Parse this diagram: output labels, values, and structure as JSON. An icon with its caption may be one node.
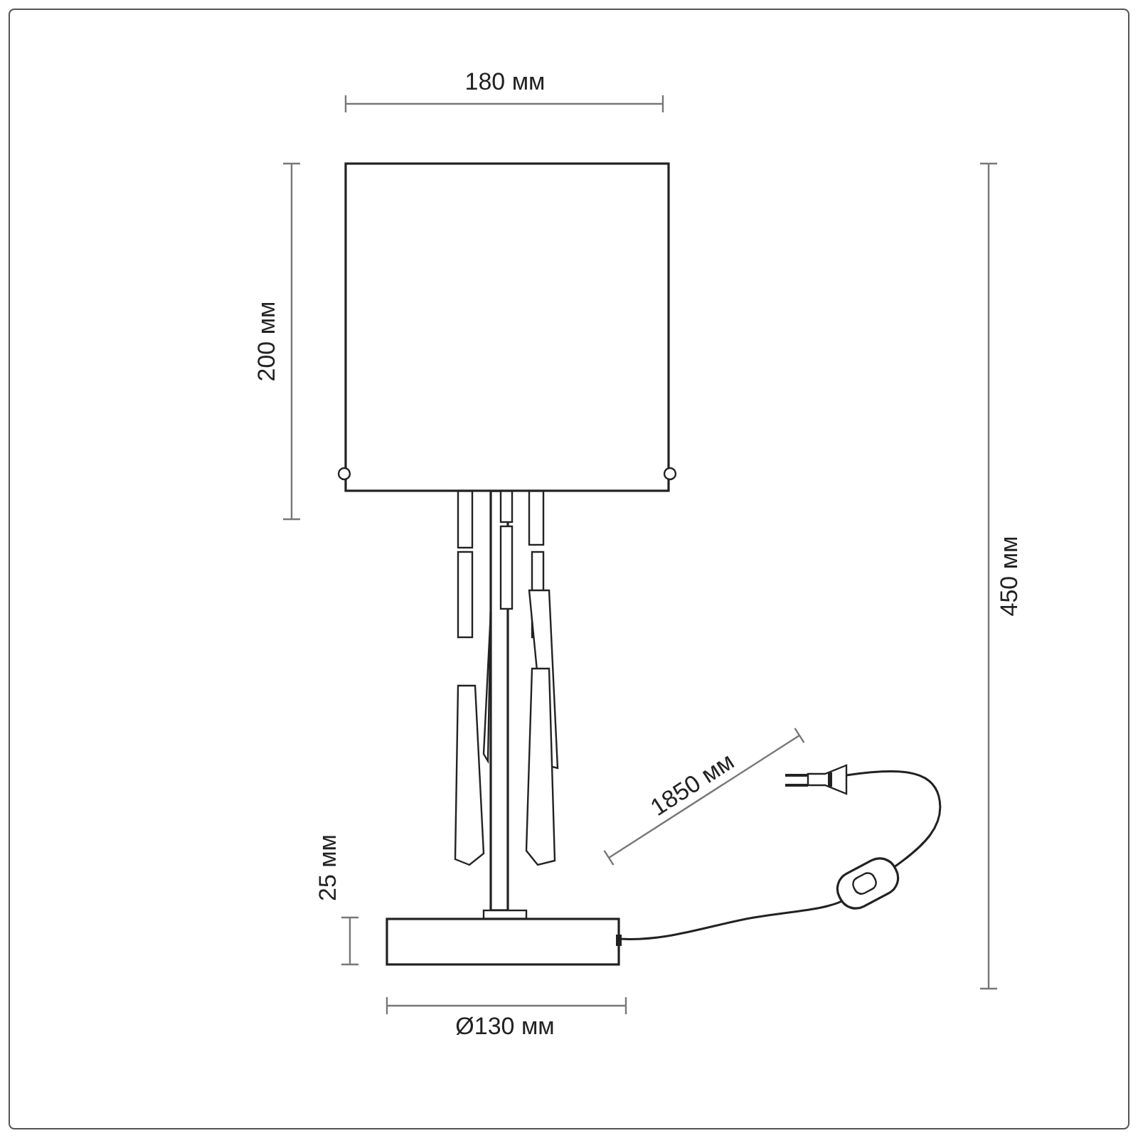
{
  "diagram": {
    "labels": [
      "180 мм",
      "200 мм",
      "450 мм",
      "1850 мм",
      "25 мм",
      "Ø130 мм"
    ]
  }
}
